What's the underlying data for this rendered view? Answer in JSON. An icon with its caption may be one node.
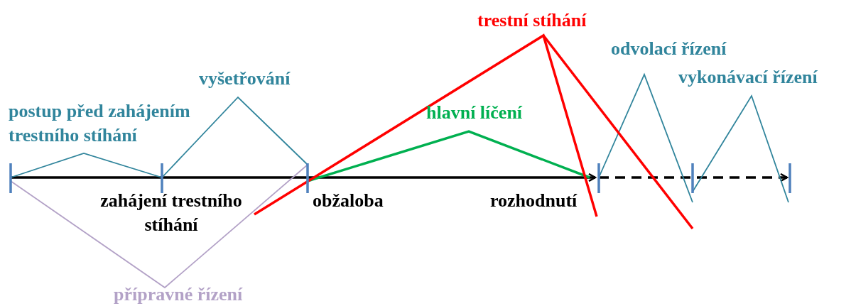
{
  "diagram": {
    "labels": [
      "trestní stíhání",
      "odvolací řízení",
      "vykonávací řízení",
      "vyšetřování",
      "postup před zahájením trestního stíhání",
      "hlavní líčení",
      "zahájení trestního stíhání",
      "obžaloba",
      "rozhodnutí",
      "přípravné řízení"
    ]
  }
}
